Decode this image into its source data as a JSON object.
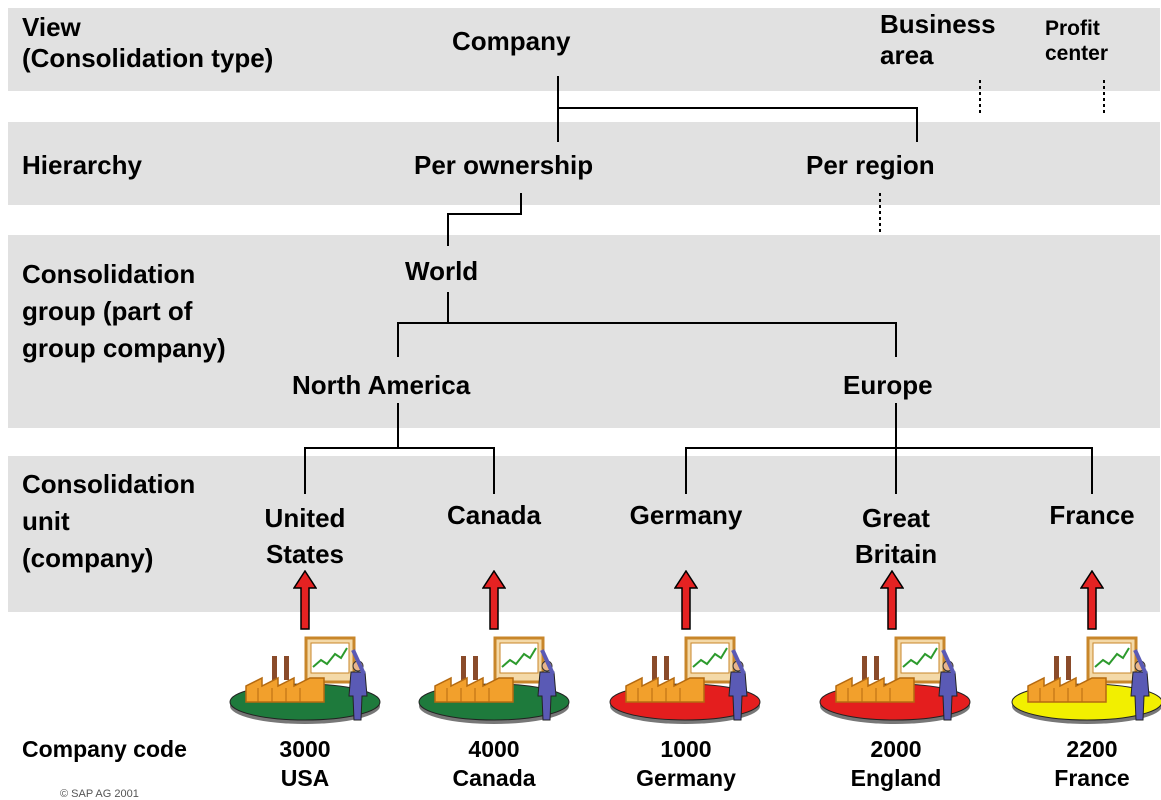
{
  "levels": {
    "view": "View\n(Consolidation type)",
    "hierarchy": "Hierarchy",
    "group": "Consolidation\ngroup (part of\ngroup company)",
    "unit": "Consolidation\nunit\n(company)",
    "company_code": "Company code"
  },
  "view_nodes": {
    "company": "Company",
    "business_area": "Business\narea",
    "profit_center": "Profit\ncenter"
  },
  "hierarchy_nodes": {
    "per_ownership": "Per ownership",
    "per_region": "Per region"
  },
  "group_nodes": {
    "world": "World",
    "north_america": "North America",
    "europe": "Europe"
  },
  "units": [
    {
      "label": "United\nStates",
      "code": "3000",
      "name": "USA",
      "disc_color": "#1e7a3c"
    },
    {
      "label": "Canada",
      "code": "4000",
      "name": "Canada",
      "disc_color": "#1e7a3c"
    },
    {
      "label": "Germany",
      "code": "1000",
      "name": "Germany",
      "disc_color": "#e41e1e"
    },
    {
      "label": "Great\nBritain",
      "code": "2000",
      "name": "England",
      "disc_color": "#e41e1e"
    },
    {
      "label": "France",
      "code": "2200",
      "name": "France",
      "disc_color": "#f2ef00"
    }
  ],
  "copyright": "© SAP AG 2001",
  "colors": {
    "band": "#e1e1e1",
    "arrow": "#e52222",
    "line": "#000000"
  }
}
